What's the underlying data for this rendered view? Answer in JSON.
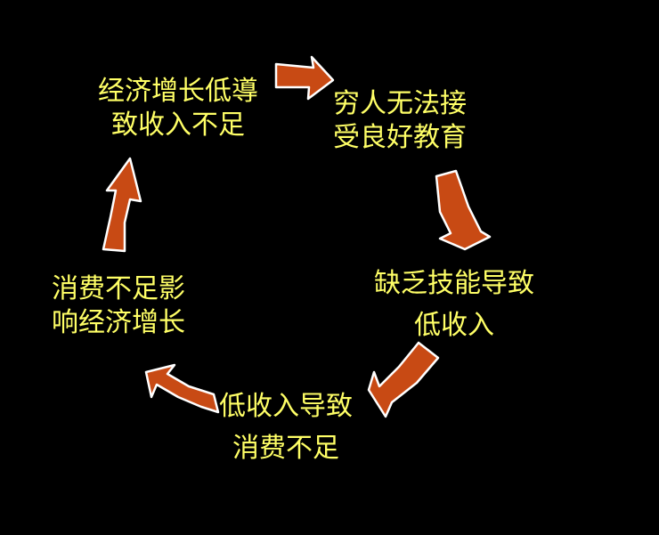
{
  "diagram": {
    "colors": {
      "background": "#000000",
      "text": "#ffff66",
      "arrow_fill": "#c84a14",
      "arrow_stroke": "#ffffff"
    },
    "nodes": [
      {
        "id": "n1",
        "lines": [
          "经济增长低導",
          "致收入不足"
        ]
      },
      {
        "id": "n2",
        "lines": [
          "穷人无法接",
          "受良好教育"
        ]
      },
      {
        "id": "n3",
        "lines": [
          "缺乏技能导致",
          "低收入"
        ]
      },
      {
        "id": "n4",
        "lines": [
          "低收入导致",
          "消费不足"
        ]
      },
      {
        "id": "n5",
        "lines": [
          "消费不足影",
          "响经济增长"
        ]
      }
    ],
    "arrows": [
      {
        "from": "n1",
        "to": "n2"
      },
      {
        "from": "n2",
        "to": "n3"
      },
      {
        "from": "n3",
        "to": "n4"
      },
      {
        "from": "n4",
        "to": "n5"
      },
      {
        "from": "n5",
        "to": "n1"
      }
    ]
  }
}
